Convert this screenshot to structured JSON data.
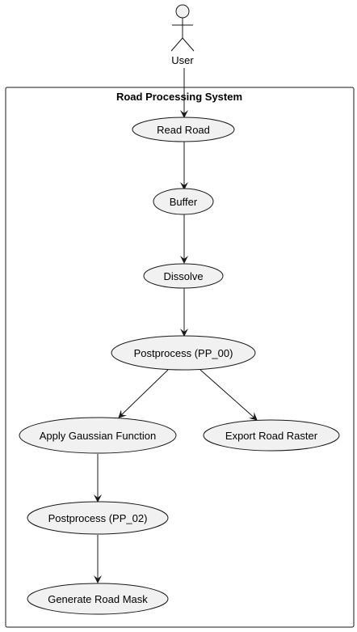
{
  "actor": {
    "label": "User"
  },
  "boundary": {
    "title": "Road Processing System"
  },
  "use_cases": [
    {
      "id": "read_road",
      "label": "Read Road"
    },
    {
      "id": "buffer",
      "label": "Buffer"
    },
    {
      "id": "dissolve",
      "label": "Dissolve"
    },
    {
      "id": "postprocess_00",
      "label": "Postprocess (PP_00)"
    },
    {
      "id": "apply_gaussian",
      "label": "Apply Gaussian Function"
    },
    {
      "id": "export_raster",
      "label": "Export Road Raster"
    },
    {
      "id": "postprocess_02",
      "label": "Postprocess (PP_02)"
    },
    {
      "id": "generate_mask",
      "label": "Generate Road Mask"
    }
  ],
  "flows": [
    {
      "from": "user",
      "to": "read_road"
    },
    {
      "from": "read_road",
      "to": "buffer"
    },
    {
      "from": "buffer",
      "to": "dissolve"
    },
    {
      "from": "dissolve",
      "to": "postprocess_00"
    },
    {
      "from": "postprocess_00",
      "to": "apply_gaussian"
    },
    {
      "from": "postprocess_00",
      "to": "export_raster"
    },
    {
      "from": "apply_gaussian",
      "to": "postprocess_02"
    },
    {
      "from": "postprocess_02",
      "to": "generate_mask"
    }
  ],
  "colors": {
    "node_fill": "#f1f1f1",
    "stroke": "#181818",
    "background": "#ffffff"
  }
}
